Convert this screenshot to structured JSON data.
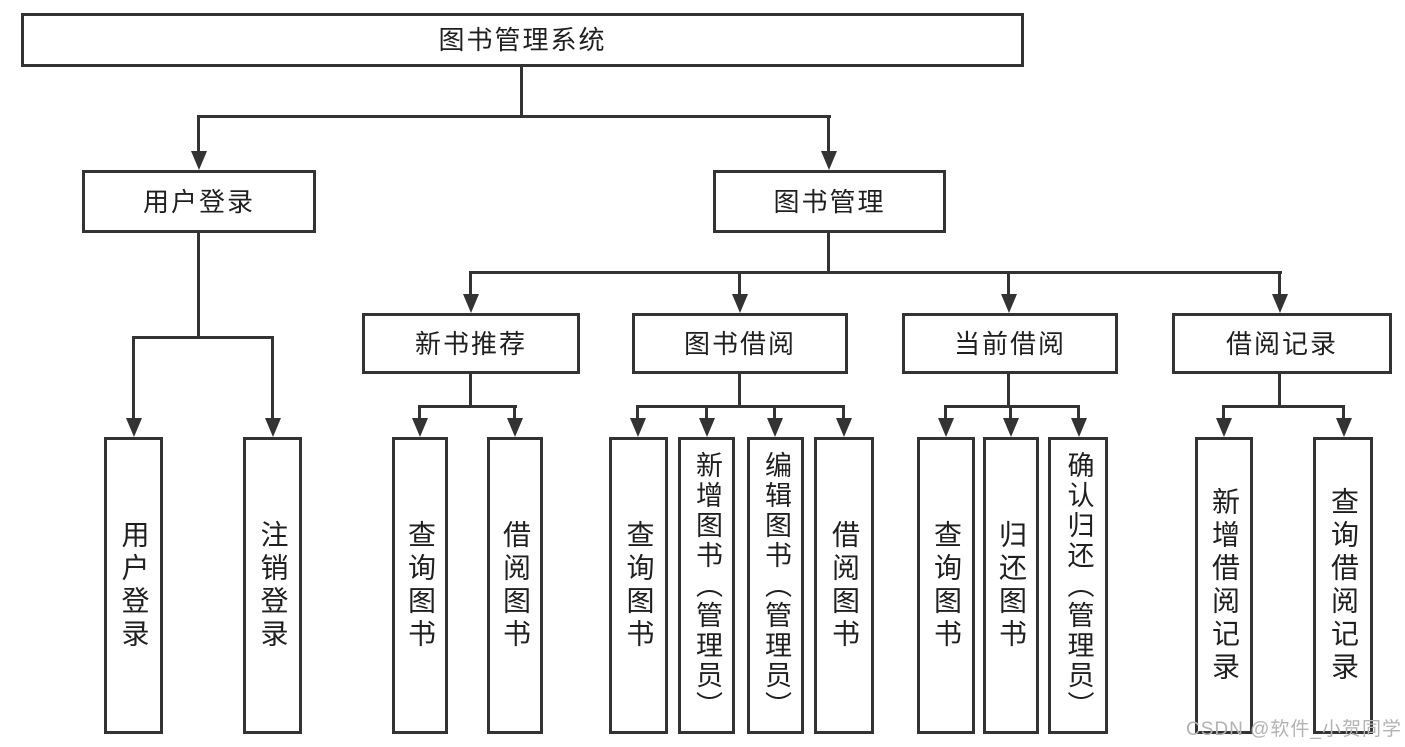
{
  "diagram": {
    "type": "tree",
    "orientation": "top-down",
    "colors": {
      "line": "#333333",
      "box_border": "#333333",
      "box_fill": "#ffffff",
      "text": "#1f1f1f",
      "watermark_text": "#b3b3b3",
      "background": "#ffffff"
    },
    "watermark": "CSDN @软件_小贺同学"
  },
  "tree": {
    "root": "图书管理系统",
    "children": [
      {
        "label": "用户登录",
        "children": [
          "用户登录",
          "注销登录"
        ]
      },
      {
        "label": "图书管理",
        "children": [
          {
            "label": "新书推荐",
            "children": [
              "查询图书",
              "借阅图书"
            ]
          },
          {
            "label": "图书借阅",
            "children": [
              "查询图书",
              "新增图书（管理员）",
              "编辑图书（管理员）",
              "借阅图书"
            ]
          },
          {
            "label": "当前借阅",
            "children": [
              "查询图书",
              "归还图书",
              "确认归还（管理员）"
            ]
          },
          {
            "label": "借阅记录",
            "children": [
              "新增借阅记录",
              "查询借阅记录"
            ]
          }
        ]
      }
    ]
  }
}
